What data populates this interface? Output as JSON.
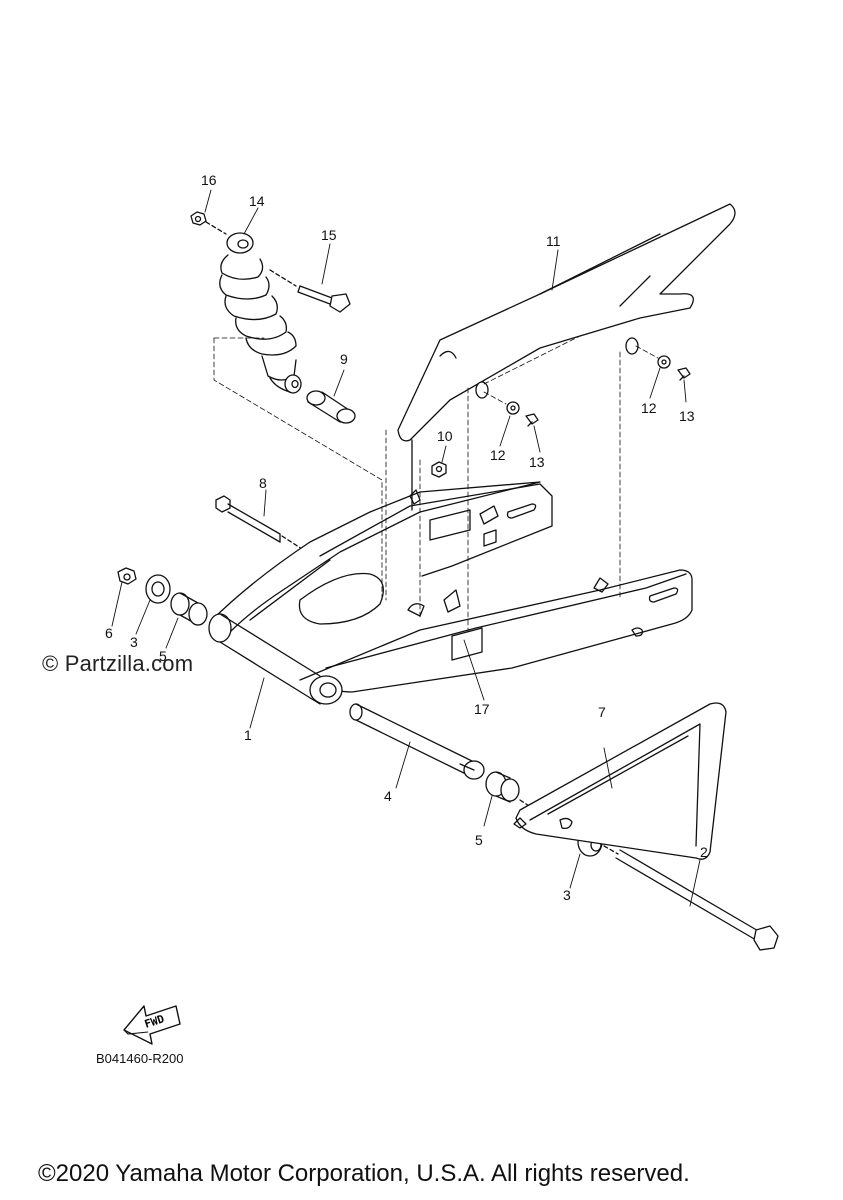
{
  "watermark": "© Partzilla.com",
  "diagram_code": "B041460-R200",
  "copyright": "©2020 Yamaha Motor Corporation, U.S.A. All rights reserved.",
  "fwd_label": "FWD",
  "callouts": {
    "c1": "1",
    "c2": "2",
    "c3a": "3",
    "c3b": "3",
    "c4": "4",
    "c5a": "5",
    "c5b": "5",
    "c6": "6",
    "c7": "7",
    "c8": "8",
    "c9": "9",
    "c10": "10",
    "c11": "11",
    "c12a": "12",
    "c12b": "12",
    "c13a": "13",
    "c13b": "13",
    "c14": "14",
    "c15": "15",
    "c16": "16",
    "c17": "17"
  }
}
